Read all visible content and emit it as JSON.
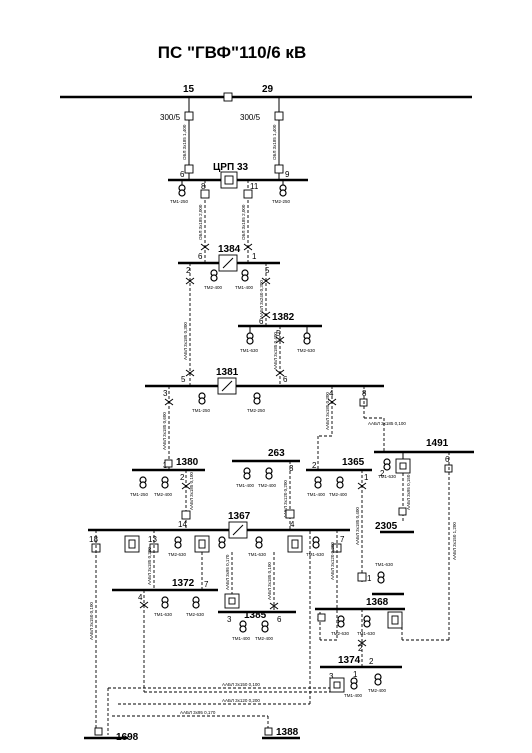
{
  "title": "ПС \"ГВФ\"110/6 кВ",
  "main_bus": {
    "left_cell": "15",
    "right_cell": "29"
  },
  "ct_ratios": [
    "300/5",
    "300/5"
  ],
  "nodes": {
    "crp33": "ЦРП 33",
    "n1384": "1384",
    "n1382": "1382",
    "n1381": "1381",
    "n1491": "1491",
    "n1380": "1380",
    "n263": "263",
    "n1365": "1365",
    "n2305": "2305",
    "n1367": "1367",
    "n1372": "1372",
    "n1385": "1385",
    "n1368": "1368",
    "n1374": "1374",
    "n1698": "1698",
    "n1388": "1388"
  },
  "cells": {
    "c_crp_6": "6",
    "c_crp_8": "8",
    "c_crp_11": "11",
    "c_crp_9": "9",
    "c_1384_6": "6",
    "c_1384_1": "1",
    "c_1384_2": "2",
    "c_1384_5": "5",
    "c_1382_6": "6",
    "c_1382_5": "5",
    "c_1381_5": "5",
    "c_1381_6": "6",
    "c_1381_3": "3",
    "c_1381_4": "4",
    "c_1381_8": "8",
    "c_1380_3": "3",
    "c_1380_2": "2",
    "c_263_3": "3",
    "c_1365_2": "2",
    "c_1365_1": "1",
    "c_1491_2": "2",
    "c_1491_6": "6",
    "c_1367_14": "14",
    "c_1367_4": "4",
    "c_1367_18": "18",
    "c_1367_13": "13",
    "c_1367_7": "7",
    "c_1372_4": "4",
    "c_1372_7": "7",
    "c_1385_3": "3",
    "c_1385_6": "6",
    "c_1368_8": "8",
    "c_1368_2": "2",
    "c_1374_1": "1",
    "c_1374_2": "2",
    "c_1374_3": "3",
    "c_1365_b_1": "1"
  },
  "transformers": {
    "crp_tm1": "ТМ1-250",
    "crp_tm2": "ТМ2-250",
    "t1384_tm2": "ТМ2-400",
    "t1384_tm1": "ТМ1-400",
    "t1382_tm1": "ТМ1-630",
    "t1382_tm2": "ТМ2-630",
    "t1381_tm1": "ТМ1-250",
    "t1381_tm2": "ТМ2-250",
    "t1491_tm1": "ТМ1-630",
    "t1380_tm1": "ТМ1-250",
    "t1380_tm2": "ТМ2-400",
    "t263_tm1": "ТМ1-400",
    "t263_tm2": "ТМ2-400",
    "t1365_tm1": "ТМ1-400",
    "t1365_tm2": "ТМ2-400",
    "t1367_tm2": "ТМ2-630",
    "t1367_tm1": "ТМ1-630",
    "t1367_tm1b": "ТМ1-630",
    "t1372_tm1": "ТМ1-630",
    "t1372_tm2": "ТМ2-630",
    "t1385_tm1": "ТМ1-400",
    "t1385_tm2": "ТМ2-400",
    "t1368_tm2": "ТМ2-630",
    "t1368_tm1": "ТМ1-630",
    "t1368_top": "ТМ1-630",
    "t1374_tm1": "ТМ1-400",
    "t1374_tm2": "ТМ2-400"
  },
  "cables": {
    "k1": "ОБЛ 3х185 1,400",
    "k2": "ОБЛ 3х185 1,400",
    "k3": "ОБЛ 3х185 2,000",
    "k4": "ОБЛ 3х185 2,000",
    "k5": "ААБЛ 3х185 0,300",
    "k6": "ААБЛ 3х240 0,300",
    "k7": "ААБЛ 3х185 0,400",
    "k8": "ААБЛ 3х185 0,600",
    "k9": "ААБЛ 3х185 0,300",
    "k10": "ААБЛ 3х185 0,100",
    "k11": "ААБЛ 3х95 0,150",
    "k12": "ААБЛ 3х150 1,200",
    "k13": "ААБЛ 3х185 0,100",
    "k14": "ААБЛ 3х120 0,200",
    "k15": "ААБЛ 3х185 0,400",
    "k16": "ААБЛ 3х150 0,100",
    "k17": "ААБЛ 3х185 0,200",
    "k18": "ААБЛ 3х95 0,170",
    "k19": "ААБЛ 3х185 0,100",
    "k20": "ААБЛ 3х120 0,200"
  }
}
